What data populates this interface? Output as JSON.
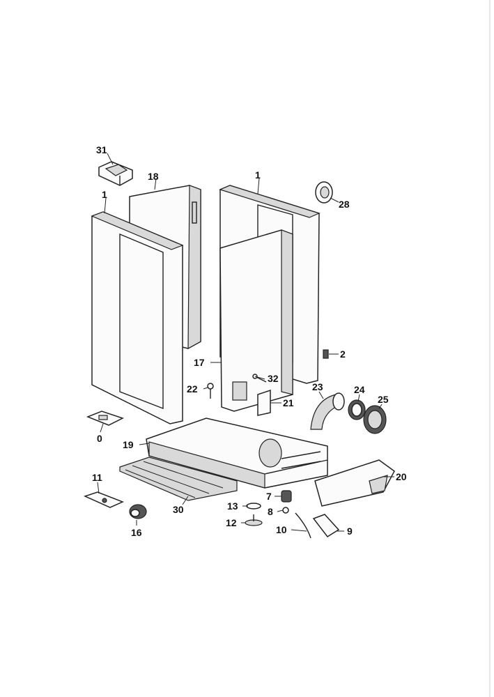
{
  "diagram": {
    "colors": {
      "line": "#222222",
      "background": "#ffffff",
      "shade": "#d9d9d9"
    },
    "labels": {
      "p31": "31",
      "p18": "18",
      "p1_left": "1",
      "p1_right": "1",
      "p28": "28",
      "p2": "2",
      "p17": "17",
      "p32": "32",
      "p22": "22",
      "p21": "21",
      "p23": "23",
      "p24": "24",
      "p25": "25",
      "p0": "0",
      "p19": "19",
      "p20": "20",
      "p11": "11",
      "p30": "30",
      "p13": "13",
      "p7": "7",
      "p8": "8",
      "p12": "12",
      "p16": "16",
      "p10": "10",
      "p9": "9"
    }
  }
}
